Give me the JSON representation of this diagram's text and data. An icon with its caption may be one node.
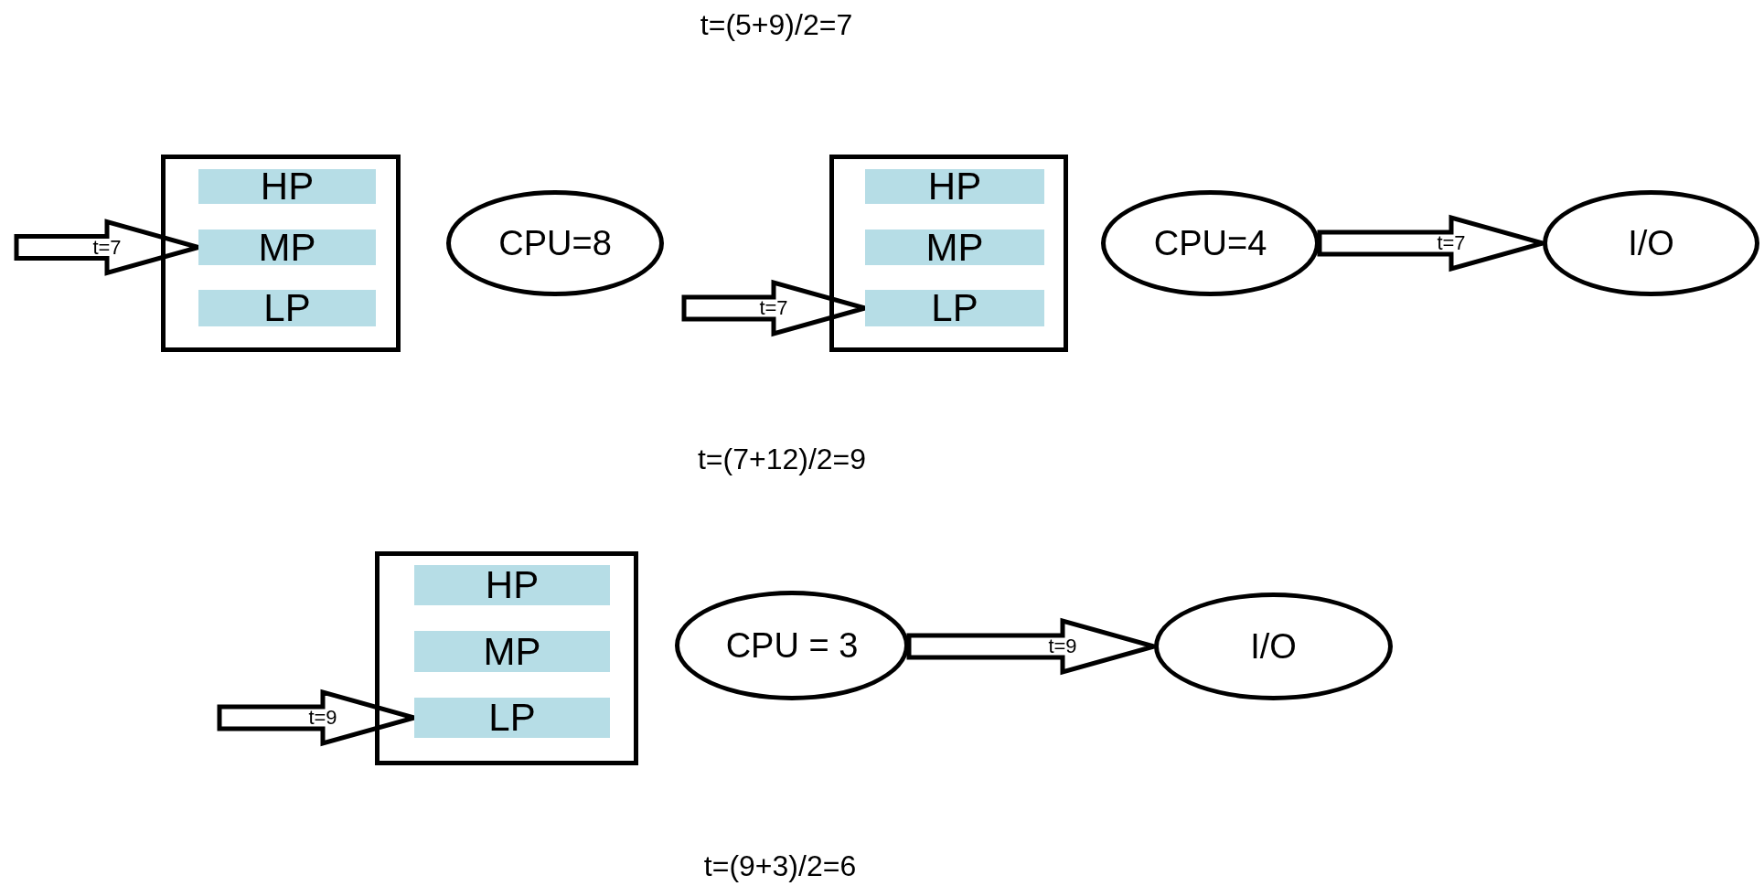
{
  "diagram": {
    "nodes": [
      {
        "text": [],
        "shape": "box"
      },
      {
        "text": [
          "HP"
        ],
        "in": 0
      },
      {
        "text": [
          "MP"
        ],
        "in": 0
      },
      {
        "text": [
          "LP"
        ],
        "in": 0
      },
      {
        "text": [
          "CPU=8"
        ]
      },
      {
        "text": [],
        "shape": "box"
      },
      {
        "text": [
          "HP"
        ],
        "in": 5
      },
      {
        "text": [
          "MP"
        ],
        "in": 5
      },
      {
        "text": [
          "LP"
        ],
        "in": 5
      },
      {
        "text": [
          "CPU=4"
        ]
      },
      {
        "text": [
          "I/O"
        ]
      },
      {
        "text": [],
        "shape": "box"
      },
      {
        "text": [
          "HP"
        ],
        "in": 11
      },
      {
        "text": [
          "MP"
        ],
        "in": 11
      },
      {
        "text": [
          "LP"
        ],
        "in": 11
      },
      {
        "text": [
          "CPU = 3"
        ]
      },
      {
        "text": [
          "I/O"
        ]
      }
    ],
    "edges": [
      {
        "from": null,
        "to": 2,
        "arrow": "to",
        "label": "t=7"
      },
      {
        "from": null,
        "to": 8,
        "arrow": "to",
        "label": "t=7"
      },
      {
        "from": 9,
        "to": 10,
        "arrow": "to",
        "label": "t=7"
      },
      {
        "from": null,
        "to": 14,
        "arrow": "to",
        "label": "t=9"
      },
      {
        "from": 15,
        "to": 16,
        "arrow": "to",
        "label": "t=9"
      }
    ],
    "labels": [
      "t=(5+9)/2=7",
      "t=(7+12)/2=9",
      "t=(9+3)/2=6"
    ]
  }
}
